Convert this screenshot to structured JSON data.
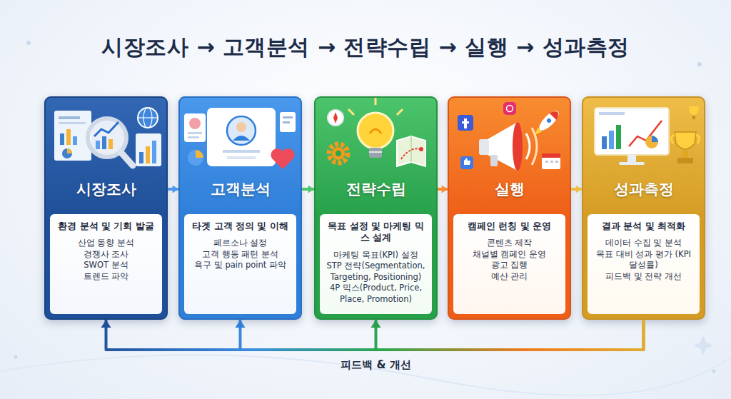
{
  "diagram": {
    "title": "시장조사 → 고객분석 → 전략수립 → 실행 → 성과측정",
    "nodes": [
      {
        "text": [
          "시장조사",
          "환경 분석 및 기회 발굴",
          "산업 동향 분석",
          "경쟁사 조사",
          "SWOT 분석",
          "트렌드 파악"
        ]
      },
      {
        "text": [
          "고객분석",
          "타겟 고객 정의 및 이해",
          "페르소나 설정",
          "고객 행동 패턴 분석",
          "욕구 및 pain point 파악"
        ]
      },
      {
        "text": [
          "전략수립",
          "목표 설정 및 마케팅 믹스 설계",
          "마케팅 목표(KPI) 설정",
          "STP 전략(Segmentation, Targeting, Positioning)",
          "4P 믹스(Product, Price, Place, Promotion)"
        ]
      },
      {
        "text": [
          "실행",
          "캠페인 런칭 및 운영",
          "콘텐츠 제작",
          "채널별 캠페인 운영",
          "광고 집행",
          "예산 관리"
        ]
      },
      {
        "text": [
          "성과측정",
          "결과 분석 및 최적화",
          "데이터 수집 및 분석",
          "목표 대비 성과 평가 (KPI 달성률)",
          "피드백 및 전략 개선"
        ]
      }
    ],
    "edges": [
      {
        "from": 0,
        "to": 1,
        "arrow": "to"
      },
      {
        "from": 1,
        "to": 2,
        "arrow": "to"
      },
      {
        "from": 2,
        "to": 3,
        "arrow": "to"
      },
      {
        "from": 3,
        "to": 4,
        "arrow": "to"
      },
      {
        "from": 4,
        "to": 0,
        "arrow": "to"
      },
      {
        "from": 4,
        "to": 1,
        "arrow": "to"
      },
      {
        "from": 4,
        "to": 2,
        "label": "피드백 & 개선",
        "arrow": "to"
      }
    ]
  }
}
